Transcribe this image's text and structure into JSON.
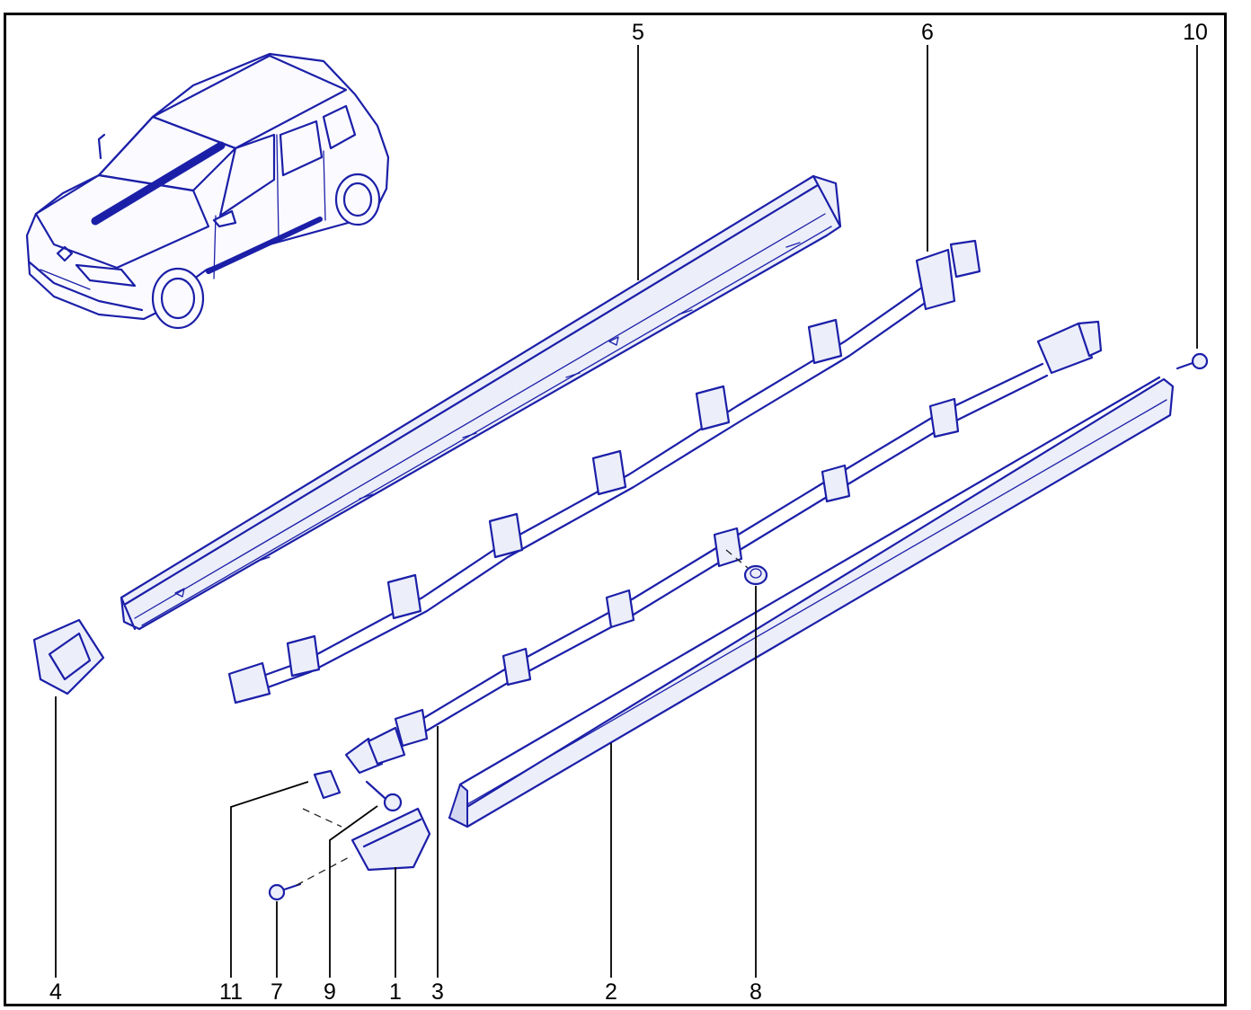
{
  "callouts": {
    "c1": "1",
    "c2": "2",
    "c3": "3",
    "c4": "4",
    "c5": "5",
    "c6": "6",
    "c7": "7",
    "c8": "8",
    "c9": "9",
    "c10": "10",
    "c11": "11"
  },
  "colors": {
    "line": "#1b1fa8",
    "frame": "#000000",
    "background": "#ffffff"
  }
}
